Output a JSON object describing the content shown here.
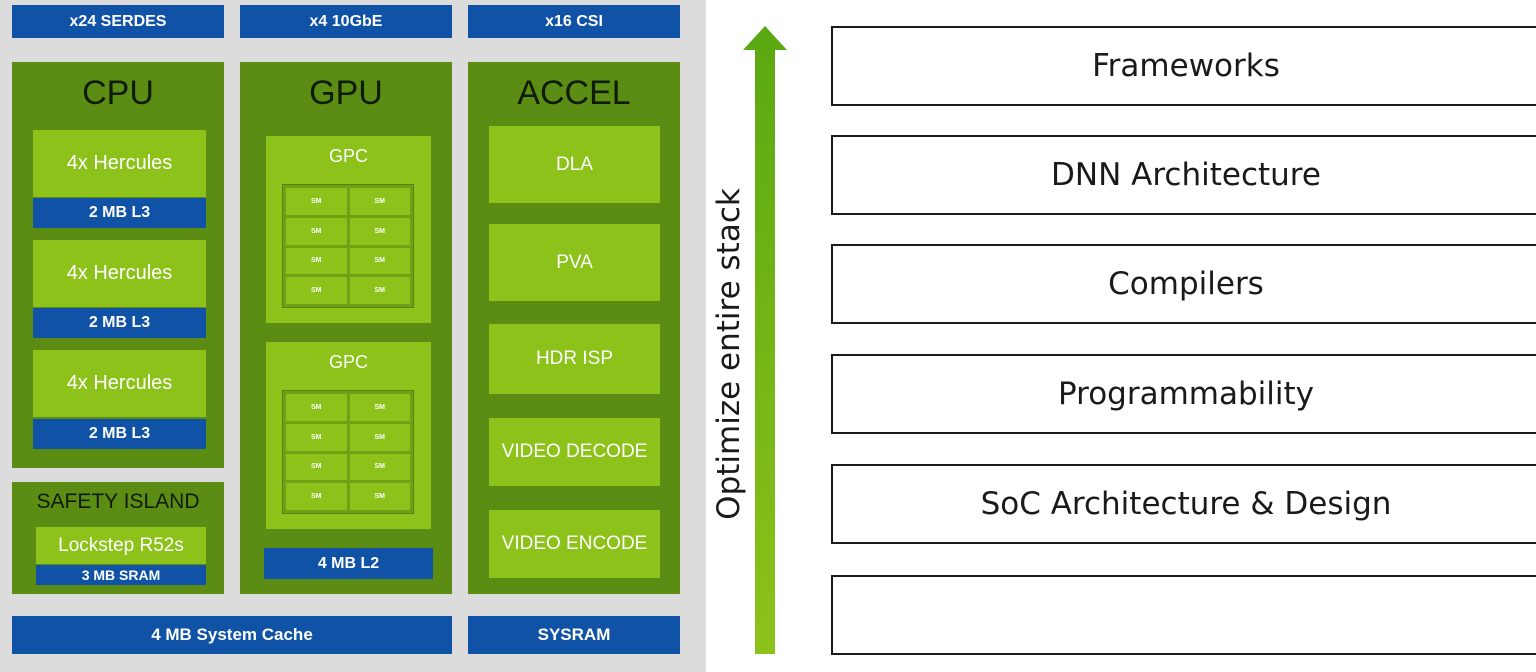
{
  "soc": {
    "io": {
      "serdes": "x24 SERDES",
      "ethernet": "x4 10GbE",
      "csi": "x16 CSI"
    },
    "cpu": {
      "title": "CPU",
      "clusters": [
        {
          "core": "4x Hercules",
          "cache": "2 MB L3"
        },
        {
          "core": "4x Hercules",
          "cache": "2 MB L3"
        },
        {
          "core": "4x Hercules",
          "cache": "2 MB L3"
        }
      ]
    },
    "safety": {
      "title": "SAFETY ISLAND",
      "core": "Lockstep R52s",
      "sram": "3 MB SRAM"
    },
    "gpu": {
      "title": "GPU",
      "gpcs": [
        {
          "label": "GPC",
          "sm": [
            "SM",
            "SM",
            "SM",
            "SM",
            "SM",
            "SM",
            "SM",
            "SM"
          ]
        },
        {
          "label": "GPC",
          "sm": [
            "SM",
            "SM",
            "SM",
            "SM",
            "SM",
            "SM",
            "SM",
            "SM"
          ]
        }
      ],
      "l2": "4 MB L2"
    },
    "accel": {
      "title": "ACCEL",
      "units": [
        "DLA",
        "PVA",
        "HDR ISP",
        "VIDEO DECODE",
        "VIDEO ENCODE"
      ]
    },
    "system_cache": "4 MB System Cache",
    "sysram": "SYSRAM"
  },
  "arrow_label": "Optimize entire stack",
  "stack": [
    "Frameworks",
    "DNN Architecture",
    "Compilers",
    "Programmability",
    "SoC Architecture & Design",
    ""
  ],
  "colors": {
    "nvidia_green": "#76b900",
    "dark_green": "#5b8c14",
    "light_green": "#8cc21a",
    "blue": "#0f52a6"
  }
}
